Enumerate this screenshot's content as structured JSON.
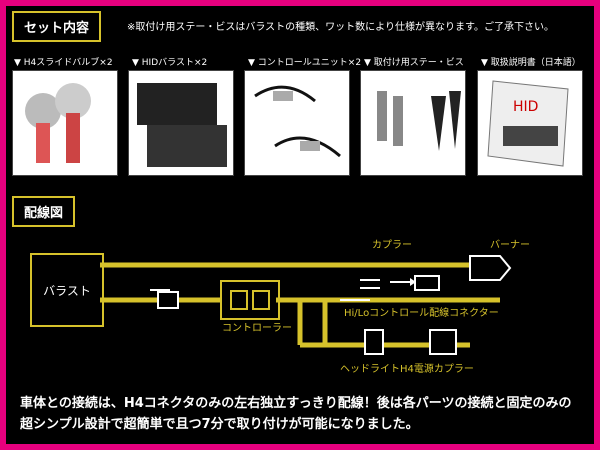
{
  "header": {
    "set_title": "セット内容",
    "note": "※取付け用ステー・ビスはバラストの種類、ワット数により仕様が異なります。ご了承下さい。"
  },
  "items": [
    {
      "label": "▼ H4スライドバルブ×2"
    },
    {
      "label": "▼ HIDバラスト×2"
    },
    {
      "label": "▼ コントロールユニット×2"
    },
    {
      "label": "▼ 取付け用ステー・ビス"
    },
    {
      "label": "▼ 取扱説明書（日本語）"
    }
  ],
  "wiring": {
    "title": "配線図",
    "ballast": "バラスト",
    "coupler": "カプラー",
    "burner": "バーナー",
    "controller": "コントローラー",
    "hilo": "Hi/Loコントロール配線コネクター",
    "headlight": "ヘッドライトH4電源カプラー"
  },
  "footer": {
    "text": "車体との接続は、H4コネクタのみの左右独立すっきり配線！後は各パーツの接続と固定のみの超シンプル設計で超簡単で且つ7分で取り付けが可能になりました。"
  },
  "colors": {
    "accent": "#e6007e",
    "wire": "#d6c22b"
  }
}
